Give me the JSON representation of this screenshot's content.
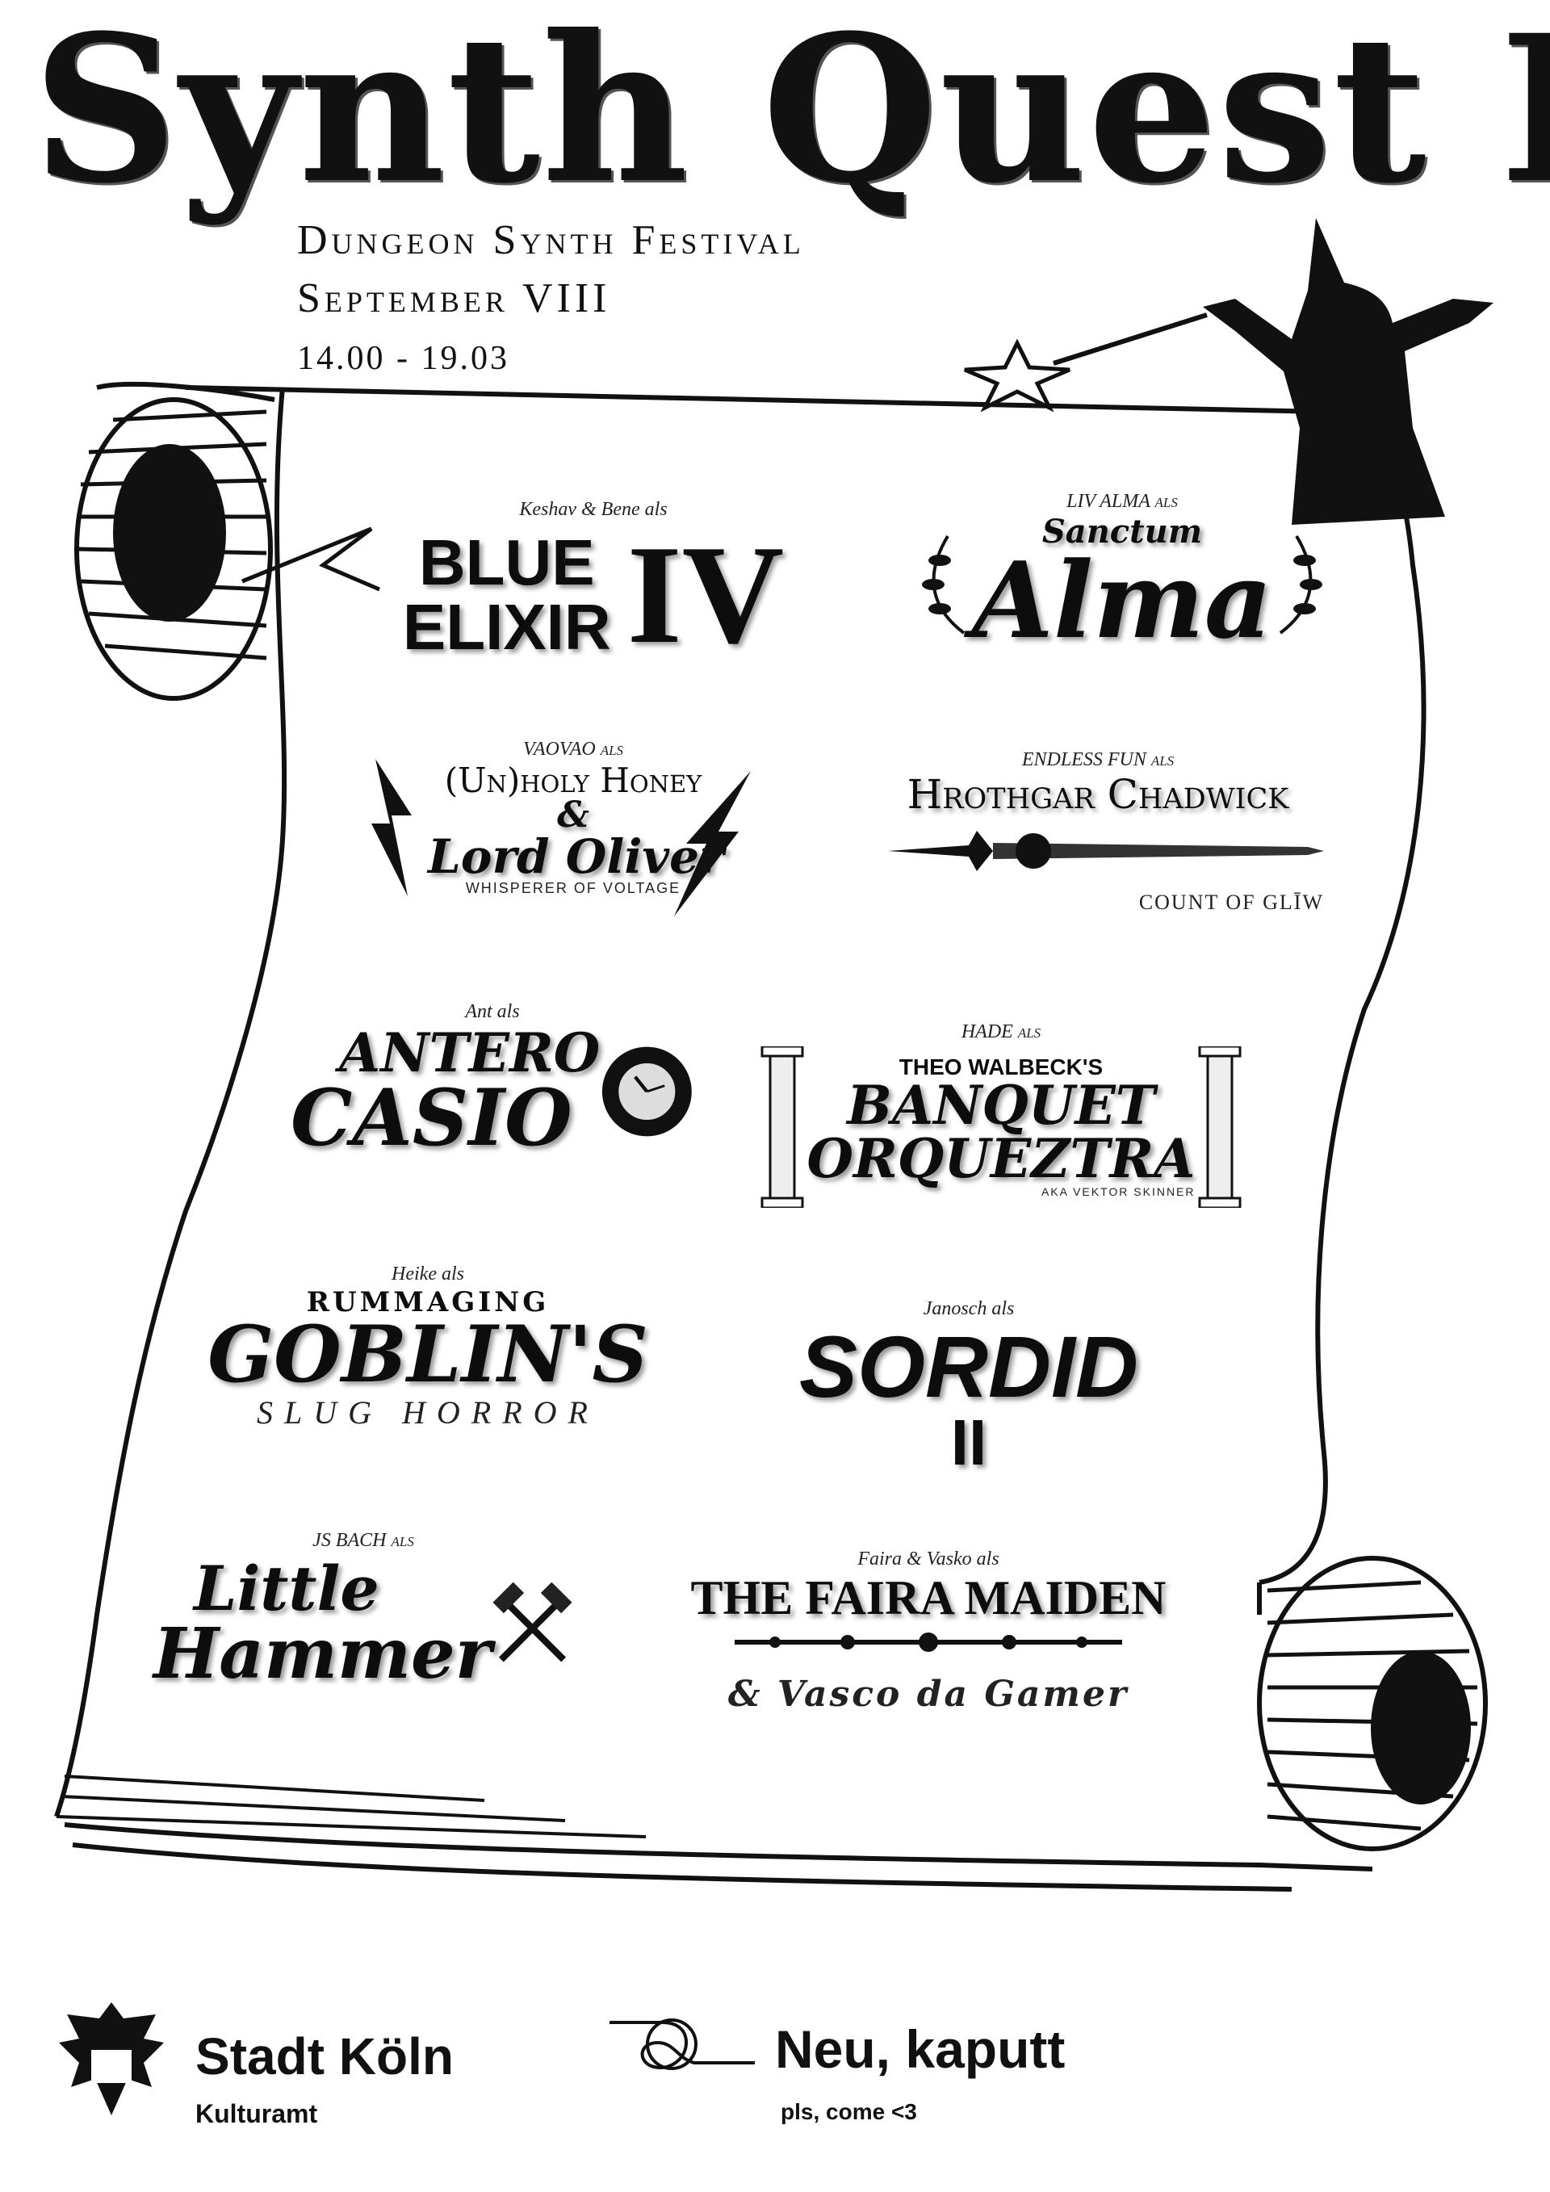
{
  "header": {
    "title": "Synth Quest I",
    "subtitle": "Dungeon Synth Festival",
    "date": "September VIII",
    "time": "14.00 - 19.03"
  },
  "acts": [
    {
      "pre": "Keshav & Bene als",
      "name_line1": "BLUE",
      "name_line2": "ELIXIR",
      "name_suffix": "IV"
    },
    {
      "pre": "LIV ALMA als",
      "name_small": "Sanctum",
      "name": "Alma"
    },
    {
      "pre": "VAOVAO als",
      "name_line1": "(Un)holy Honey",
      "amp": "&",
      "name_line2": "Lord Oliver",
      "tag": "WHISPERER OF VOLTAGE"
    },
    {
      "pre": "ENDLESS FUN als",
      "name": "Hrothgar Chadwick",
      "tag": "COUNT OF GLĪW"
    },
    {
      "pre": "Ant als",
      "name_line1": "ANTERO",
      "name_line2": "CASIO"
    },
    {
      "pre": "HADE als",
      "name_small": "THEO WALBECK'S",
      "name_line1": "BANQUET",
      "name_line2": "ORQUEZTRA",
      "tag": "AKA VEKTOR SKINNER"
    },
    {
      "pre": "Heike als",
      "name_small": "RUMMAGING",
      "name": "GOBLIN'S",
      "tag": "SLUG HORROR"
    },
    {
      "pre": "Janosch als",
      "name": "SORDID",
      "name_suffix": "II"
    },
    {
      "pre": "JS BACH als",
      "name_line1": "Little",
      "name_line2": "Hammer"
    },
    {
      "pre": "Faira & Vasko als",
      "name": "THE FAIRA MAIDEN",
      "tag": "& Vasco da Gamer"
    }
  ],
  "footer": {
    "city_name": "Stadt Köln",
    "city_sub": "Kulturamt",
    "venue_name": "Neu, kaputt",
    "venue_sub": "pls, come <3"
  },
  "colors": {
    "ink": "#111111",
    "paper": "#ffffff",
    "shadow": "#999999"
  },
  "icons": [
    "star-icon",
    "wizard-icon",
    "lightning-icon",
    "sword-icon",
    "clock-icon",
    "column-icon",
    "hammer-icon",
    "ornament-icon",
    "coat-of-arms-icon",
    "loop-logo-icon",
    "laurel-icon"
  ]
}
